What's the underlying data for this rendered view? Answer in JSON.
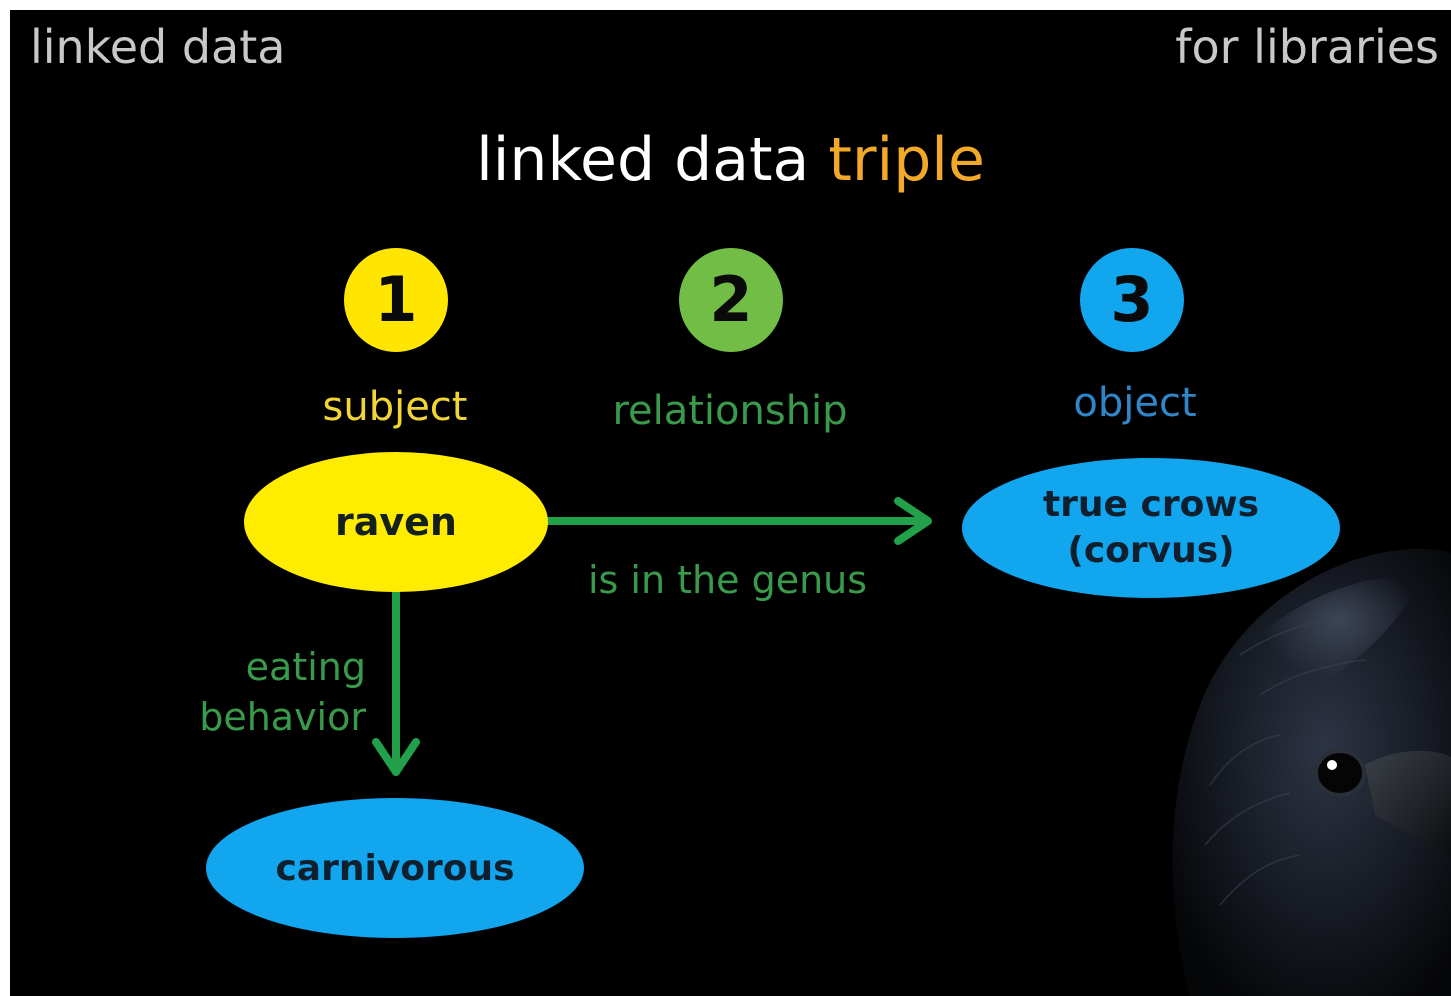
{
  "header": {
    "left": "linked data",
    "right": "for libraries"
  },
  "title": {
    "main": "linked data",
    "highlight": "triple"
  },
  "steps": [
    {
      "number": "1",
      "role": "subject"
    },
    {
      "number": "2",
      "role": "relationship"
    },
    {
      "number": "3",
      "role": "object"
    }
  ],
  "nodes": {
    "subject": "raven",
    "object_line1": "true crows",
    "object_line2": "(corvus)",
    "object2": "carnivorous"
  },
  "edges": {
    "genus": "is in the genus",
    "eating_line1": "eating",
    "eating_line2": "behavior"
  },
  "colors": {
    "background": "#000000",
    "subject": "#ffec00",
    "relationship": "#72bd45",
    "object": "#12a6ee",
    "arrow": "#22a04a",
    "title_highlight": "#f2a92a"
  }
}
